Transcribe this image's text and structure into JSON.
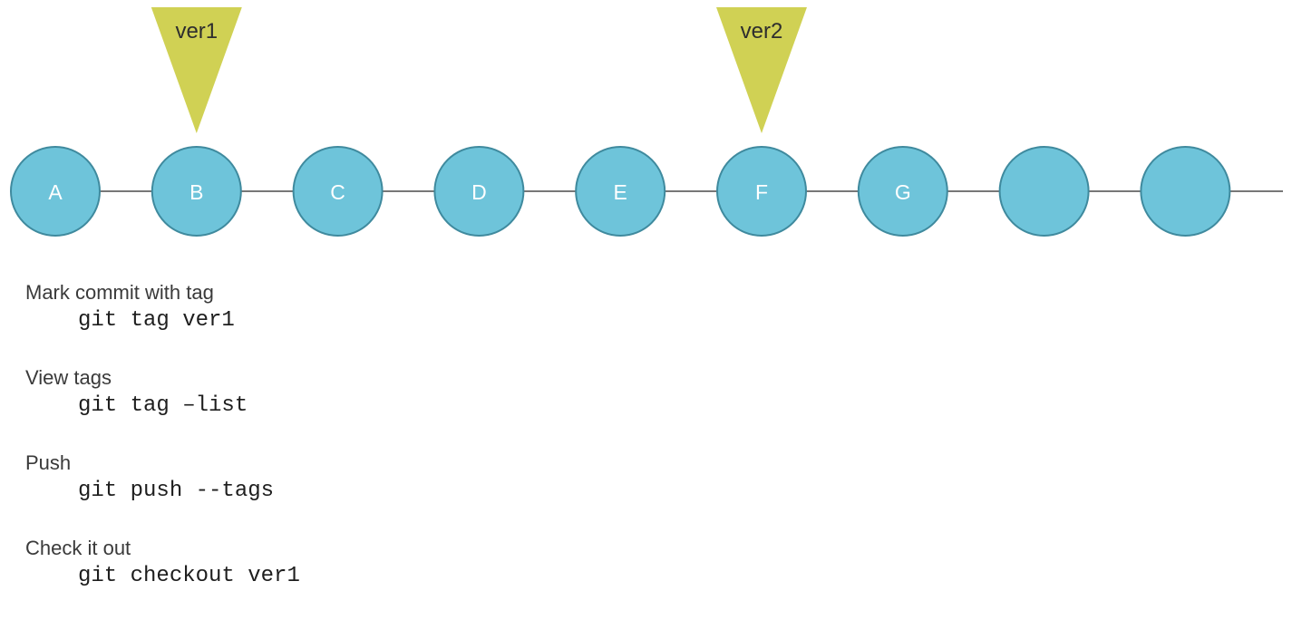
{
  "commits": [
    {
      "label": "A"
    },
    {
      "label": "B"
    },
    {
      "label": "C"
    },
    {
      "label": "D"
    },
    {
      "label": "E"
    },
    {
      "label": "F"
    },
    {
      "label": "G"
    },
    {
      "label": ""
    },
    {
      "label": ""
    }
  ],
  "tags": [
    {
      "label": "ver1",
      "commit": "B"
    },
    {
      "label": "ver2",
      "commit": "F"
    }
  ],
  "instructions": [
    {
      "description": "Mark commit with tag",
      "command": "git tag ver1"
    },
    {
      "description": "View tags",
      "command": "git tag –list"
    },
    {
      "description": "Push",
      "command": "git push --tags"
    },
    {
      "description": "Check it out",
      "command": "git checkout ver1"
    }
  ],
  "colors": {
    "commit_fill": "#6ec4da",
    "commit_stroke": "#3f8a9e",
    "tag_fill": "#d0d154",
    "timeline": "#4a4a4a"
  }
}
